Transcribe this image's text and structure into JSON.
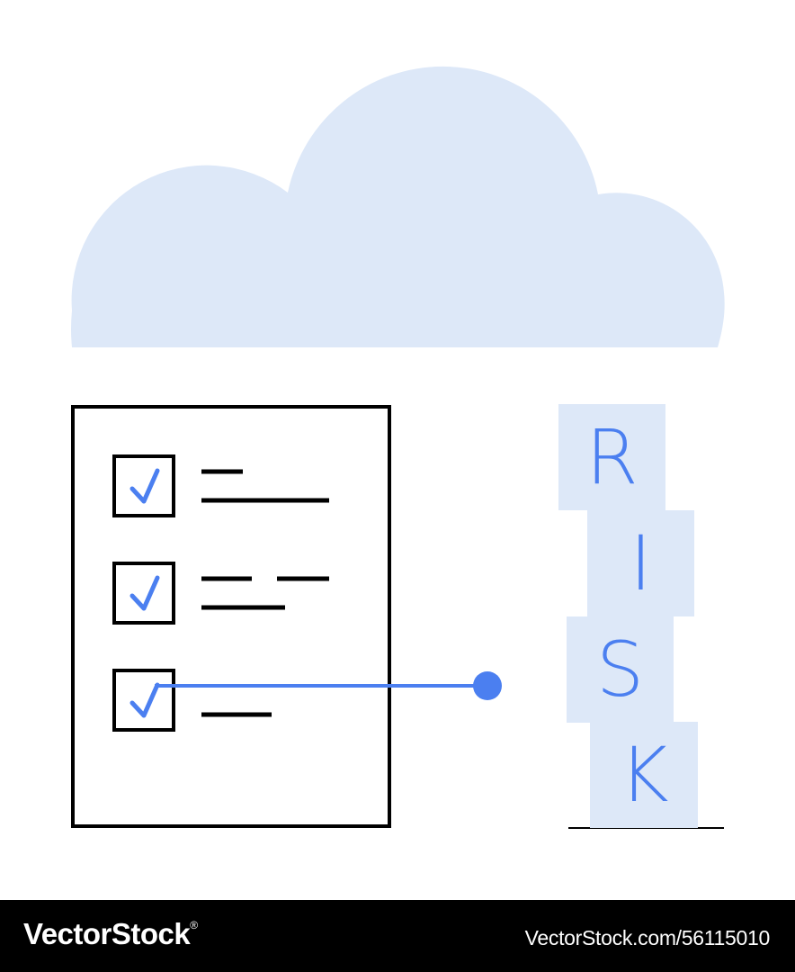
{
  "colors": {
    "cloud": "#dde8f8",
    "accent": "#4b7ff0",
    "outline": "#000000",
    "background": "#ffffff",
    "footer": "#000000"
  },
  "illustration": {
    "cloud_icon": "cloud-icon",
    "checklist_icon": "checklist-document-icon",
    "checklist_items": 3,
    "risk_letters": [
      "R",
      "I",
      "S",
      "K"
    ]
  },
  "footer": {
    "brand": "VectorStock",
    "brand_mark": "®",
    "reference": "VectorStock.com/56115010"
  }
}
